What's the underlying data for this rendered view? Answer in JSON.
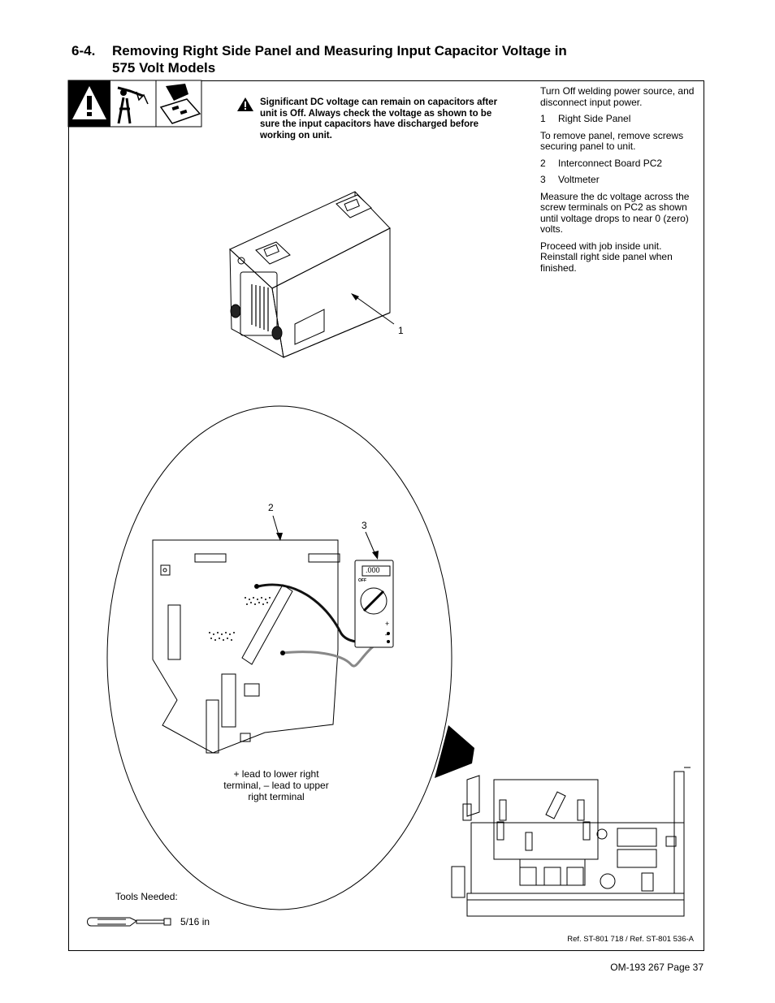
{
  "section": {
    "number": "6-4.",
    "title_line1": "Removing Right Side Panel and Measuring Input Capacitor Voltage in",
    "title_line2": "575 Volt Models"
  },
  "warning": {
    "text": "Significant DC voltage can remain on capacitors after unit is Off. Always check the voltage as shown to be sure the input capacitors have discharged before working on unit."
  },
  "instructions": {
    "intro": "Turn Off welding power source, and disconnect input power.",
    "item1": {
      "num": "1",
      "label": "Right Side Panel"
    },
    "panel_note": "To remove panel, remove screws securing panel to unit.",
    "item2": {
      "num": "2",
      "label": "Interconnect Board PC2"
    },
    "item3": {
      "num": "3",
      "label": "Voltmeter"
    },
    "measure": "Measure the dc voltage across the screw terminals on PC2 as shown until voltage drops to near 0 (zero) volts.",
    "proceed": "Proceed with job inside unit. Reinstall right side panel when finished."
  },
  "callouts": {
    "c1": "1",
    "c2": "2",
    "c3": "3"
  },
  "meter": {
    "display": ".000",
    "plus": "+",
    "minus": "–",
    "off": "OFF"
  },
  "lead_note": "+ lead to lower right terminal, – lead to upper right terminal",
  "tools": {
    "label": "Tools Needed:",
    "size": "5/16 in"
  },
  "reference": "Ref. ST-801 718 / Ref. ST-801 536-A",
  "footer": "OM-193 267 Page 37"
}
